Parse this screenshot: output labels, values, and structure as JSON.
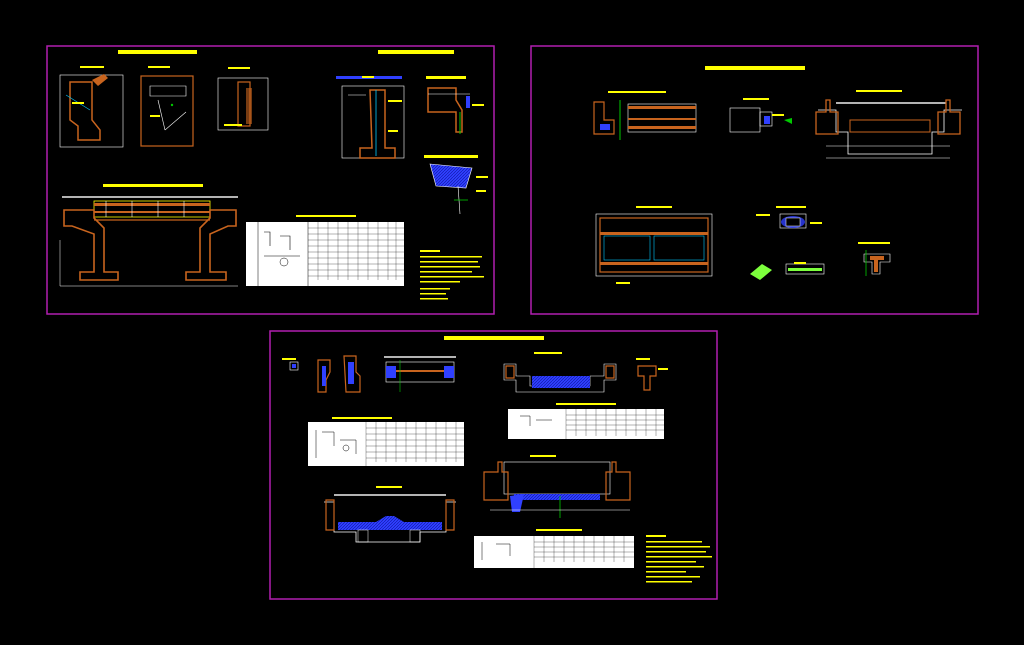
{
  "viewport": {
    "background": "#000000"
  },
  "colors": {
    "frame": "#b11fb0",
    "title": "#ffff00",
    "concrete": "#c8641e",
    "line": "#ffffff",
    "rebar": "#3040ff",
    "dim": "#00c8ff",
    "green": "#00c800",
    "lightgreen": "#7cff3c",
    "table_bg": "#ffffff",
    "table_line": "#000000"
  },
  "sheets": [
    {
      "id": "sheet-1",
      "title_bars": 2
    },
    {
      "id": "sheet-2",
      "title_bars": 1
    },
    {
      "id": "sheet-3",
      "title_bars": 1
    }
  ]
}
